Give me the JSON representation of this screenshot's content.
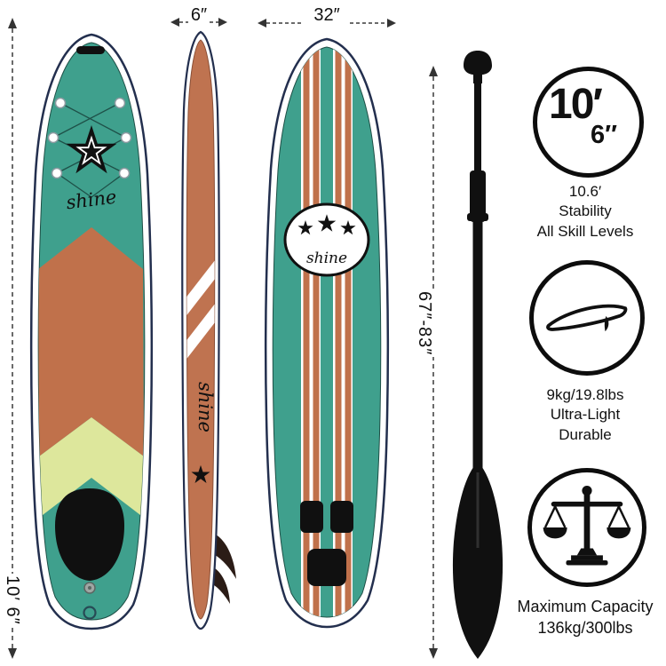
{
  "brand": "shine",
  "dimensions": {
    "side_width": "6″",
    "deck_width": "32″",
    "paddle_length_range": "67″-83″",
    "board_length": "10′ 6″"
  },
  "specs": {
    "length_badge": {
      "primary": "10′",
      "secondary": "6″"
    },
    "stability": {
      "line1": "10.6′",
      "line2": "Stability",
      "line3": "All Skill Levels"
    },
    "weight": {
      "line1": "9kg/19.8lbs",
      "line2": "Ultra-Light",
      "line3": "Durable"
    },
    "capacity": {
      "line1": "Maximum Capacity",
      "line2": "136kg/300lbs"
    }
  },
  "colors": {
    "teal": "#3fa08d",
    "terracotta": "#c0714b",
    "pale_lime": "#dde79c",
    "navy_outline": "#232f4e",
    "black": "#101010"
  }
}
